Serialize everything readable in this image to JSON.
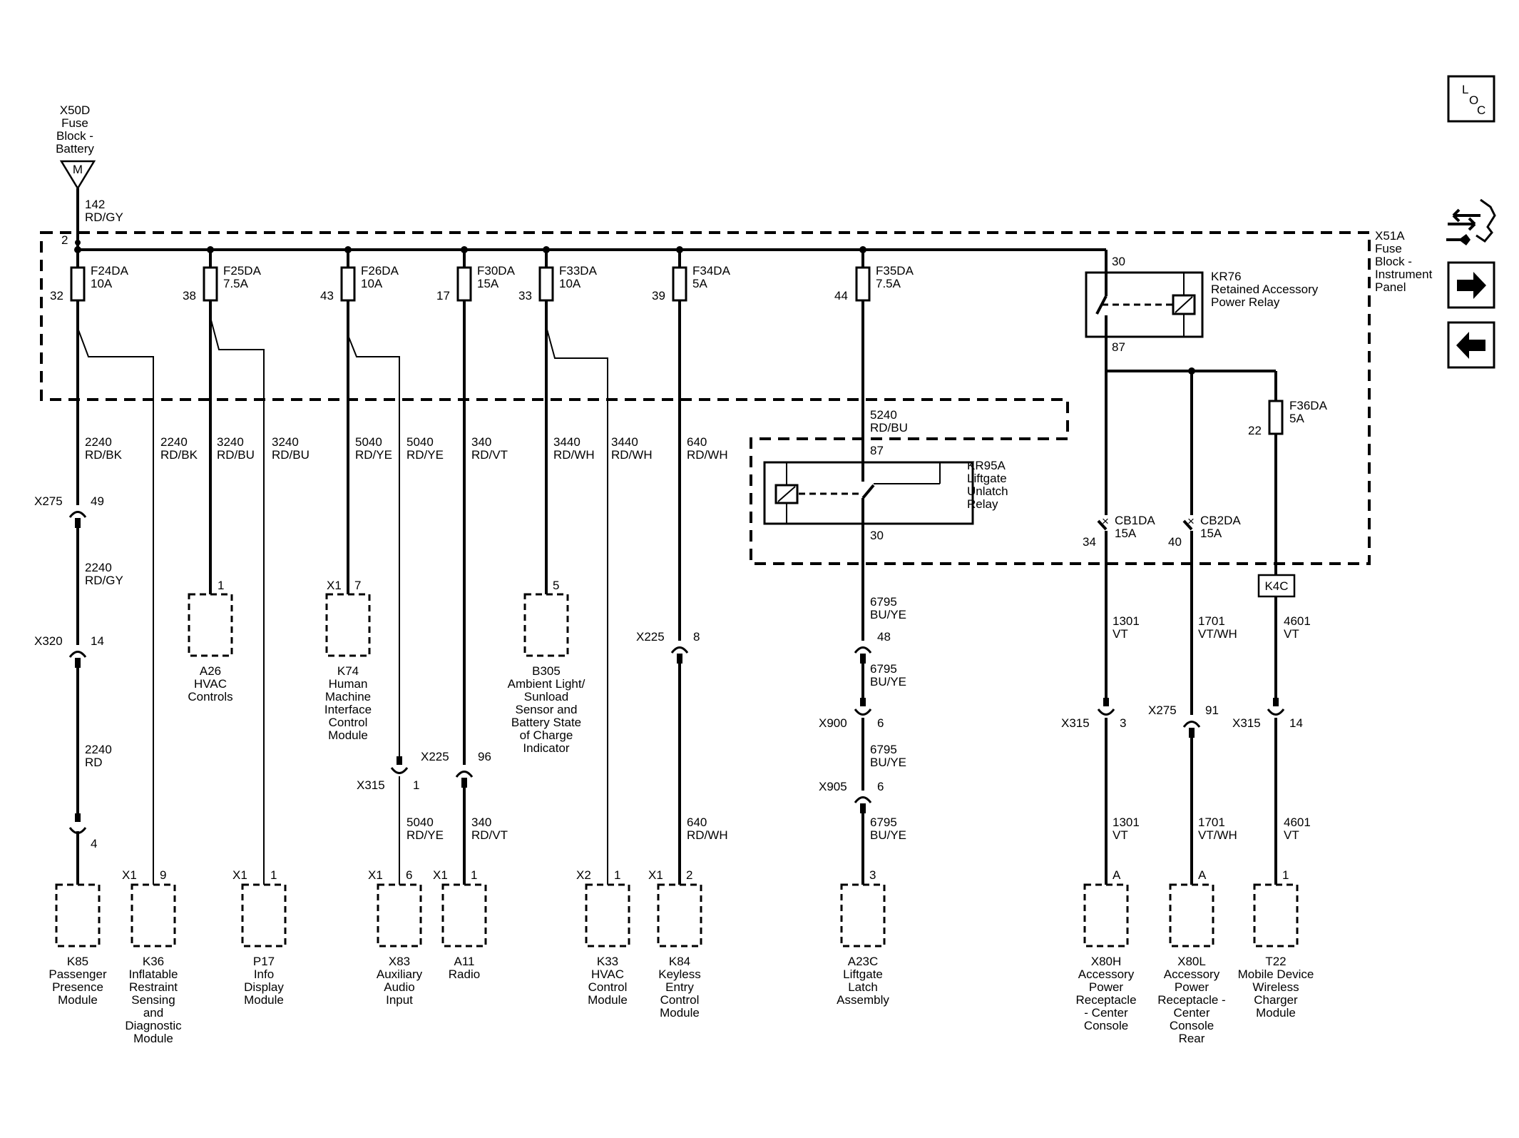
{
  "source": {
    "line1": "X50D",
    "line2": "Fuse",
    "line3": "Block -",
    "line4": "Battery",
    "pin_letter": "M",
    "wire_circuit": "142",
    "wire_color": "RD/GY",
    "bus_pin": "2"
  },
  "panel_block": {
    "line1": "X51A",
    "line2": "Fuse",
    "line3": "Block -",
    "line4": "Instrument",
    "line5": "Panel"
  },
  "nav": {
    "loc_l": "L",
    "loc_o": "O",
    "loc_c": "C",
    "tools_icon": "tools-icon",
    "next_icon": "arrow-right-icon",
    "prev_icon": "arrow-left-icon"
  },
  "fuses": [
    {
      "name": "F24DA",
      "amp": "10A",
      "pin": "32"
    },
    {
      "name": "F25DA",
      "amp": "7.5A",
      "pin": "38"
    },
    {
      "name": "F26DA",
      "amp": "10A",
      "pin": "43"
    },
    {
      "name": "F30DA",
      "amp": "15A",
      "pin": "17"
    },
    {
      "name": "F33DA",
      "amp": "10A",
      "pin": "33"
    },
    {
      "name": "F34DA",
      "amp": "5A",
      "pin": "39"
    },
    {
      "name": "F35DA",
      "amp": "7.5A",
      "pin": "44"
    },
    {
      "name": "F36DA",
      "amp": "5A",
      "pin": "22"
    }
  ],
  "relays": {
    "kr76": {
      "name": "KR76",
      "line2": "Retained Accessory",
      "line3": "Power Relay",
      "pin_in": "30",
      "pin_out": "87"
    },
    "kr95a": {
      "name": "KR95A",
      "line2": "Liftgate",
      "line3": "Unlatch",
      "line4": "Relay",
      "pin_in": "87",
      "pin_out": "30"
    }
  },
  "breakers": [
    {
      "name": "CB1DA",
      "amp": "15A",
      "pin": "34"
    },
    {
      "name": "CB2DA",
      "amp": "15A",
      "pin": "40"
    }
  ],
  "k4c": "K4C",
  "wires": [
    {
      "c": "2240",
      "col": "RD/BK"
    },
    {
      "c": "2240",
      "col": "RD/BK"
    },
    {
      "c": "3240",
      "col": "RD/BU"
    },
    {
      "c": "3240",
      "col": "RD/BU"
    },
    {
      "c": "5040",
      "col": "RD/YE"
    },
    {
      "c": "5040",
      "col": "RD/YE"
    },
    {
      "c": "340",
      "col": "RD/VT"
    },
    {
      "c": "3440",
      "col": "RD/WH"
    },
    {
      "c": "3440",
      "col": "RD/WH"
    },
    {
      "c": "640",
      "col": "RD/WH"
    },
    {
      "c": "5240",
      "col": "RD/BU"
    },
    {
      "c": "2240",
      "col": "RD/GY"
    },
    {
      "c": "2240",
      "col": "RD"
    },
    {
      "c": "5040",
      "col": "RD/YE"
    },
    {
      "c": "340",
      "col": "RD/VT"
    },
    {
      "c": "640",
      "col": "RD/WH"
    },
    {
      "c": "6795",
      "col": "BU/YE"
    },
    {
      "c": "6795",
      "col": "BU/YE"
    },
    {
      "c": "6795",
      "col": "BU/YE"
    },
    {
      "c": "6795",
      "col": "BU/YE"
    },
    {
      "c": "1301",
      "col": "VT"
    },
    {
      "c": "1301",
      "col": "VT"
    },
    {
      "c": "1701",
      "col": "VT/WH"
    },
    {
      "c": "1701",
      "col": "VT/WH"
    },
    {
      "c": "4601",
      "col": "VT"
    },
    {
      "c": "4601",
      "col": "VT"
    }
  ],
  "inline_connectors": [
    {
      "name": "X275",
      "pin": "49"
    },
    {
      "name": "X320",
      "pin": "14"
    },
    {
      "name": "",
      "pin": "4"
    },
    {
      "name": "X315",
      "pin": "1"
    },
    {
      "name": "X225",
      "pin": "96"
    },
    {
      "name": "X225",
      "pin": "8"
    },
    {
      "name": "",
      "pin": "48"
    },
    {
      "name": "X900",
      "pin": "6"
    },
    {
      "name": "X905",
      "pin": "6"
    },
    {
      "name": "X315",
      "pin": "3"
    },
    {
      "name": "X275",
      "pin": "91"
    },
    {
      "name": "X315",
      "pin": "14"
    }
  ],
  "mid_components": [
    {
      "conn": "",
      "pin": "1",
      "lines": [
        "A26",
        "HVAC",
        "Controls"
      ]
    },
    {
      "conn": "X1",
      "pin": "7",
      "lines": [
        "K74",
        "Human",
        "Machine",
        "Interface",
        "Control",
        "Module"
      ]
    },
    {
      "conn": "",
      "pin": "5",
      "lines": [
        "B305",
        "Ambient Light/",
        "Sunload",
        "Sensor and",
        "Battery State",
        "of Charge",
        "Indicator"
      ]
    }
  ],
  "bottom_components": [
    {
      "conn": "",
      "pin": "",
      "lines": [
        "K85",
        "Passenger",
        "Presence",
        "Module"
      ]
    },
    {
      "conn": "X1",
      "pin": "9",
      "lines": [
        "K36",
        "Inflatable",
        "Restraint",
        "Sensing",
        "and",
        "Diagnostic",
        "Module"
      ]
    },
    {
      "conn": "X1",
      "pin": "1",
      "lines": [
        "P17",
        "Info",
        "Display",
        "Module"
      ]
    },
    {
      "conn": "X1",
      "pin": "6",
      "lines": [
        "X83",
        "Auxiliary",
        "Audio",
        "Input"
      ]
    },
    {
      "conn": "X1",
      "pin": "1",
      "lines": [
        "A11",
        "Radio"
      ]
    },
    {
      "conn": "X2",
      "pin": "1",
      "lines": [
        "K33",
        "HVAC",
        "Control",
        "Module"
      ]
    },
    {
      "conn": "X1",
      "pin": "2",
      "lines": [
        "K84",
        "Keyless",
        "Entry",
        "Control",
        "Module"
      ]
    },
    {
      "conn": "",
      "pin": "3",
      "lines": [
        "A23C",
        "Liftgate",
        "Latch",
        "Assembly"
      ]
    },
    {
      "conn": "",
      "pin": "A",
      "lines": [
        "X80H",
        "Accessory",
        "Power",
        "Receptacle",
        "- Center",
        "Console"
      ]
    },
    {
      "conn": "",
      "pin": "A",
      "lines": [
        "X80L",
        "Accessory",
        "Power",
        "Receptacle -",
        "Center",
        "Console",
        "Rear"
      ]
    },
    {
      "conn": "",
      "pin": "1",
      "lines": [
        "T22",
        "Mobile Device",
        "Wireless",
        "Charger",
        "Module"
      ]
    }
  ]
}
